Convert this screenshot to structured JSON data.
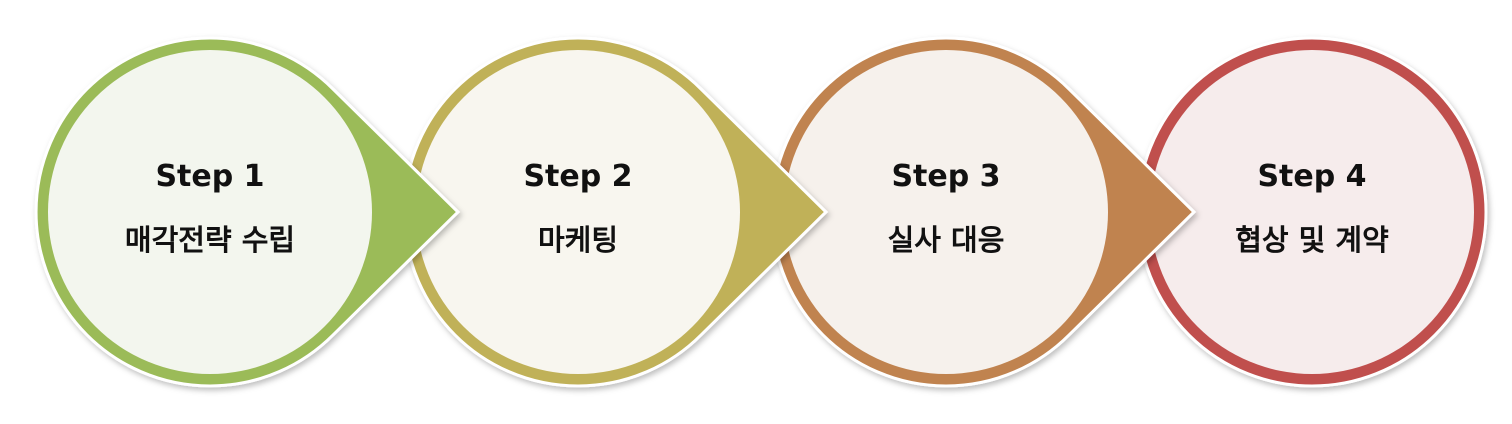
{
  "steps": [
    {
      "label": "Step 1",
      "title": "매각전략 수립",
      "color": "#9BBB59",
      "fill": "#F3F6EE"
    },
    {
      "label": "Step 2",
      "title": "마케팅",
      "color": "#C0B158",
      "fill": "#F8F6EF"
    },
    {
      "label": "Step 3",
      "title": "실사 대응",
      "color": "#C0834F",
      "fill": "#F6F1EC"
    },
    {
      "label": "Step 4",
      "title": "협상 및 계약",
      "color": "#C0504D",
      "fill": "#F6ECEC"
    }
  ]
}
